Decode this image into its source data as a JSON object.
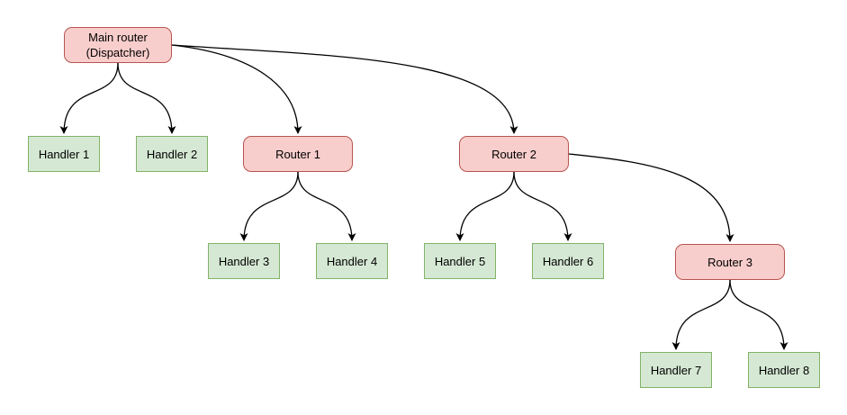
{
  "diagram": {
    "nodes": {
      "main": {
        "label": "Main router\n(Dispatcher)",
        "type": "router"
      },
      "router1": {
        "label": "Router 1",
        "type": "router"
      },
      "router2": {
        "label": "Router 2",
        "type": "router"
      },
      "router3": {
        "label": "Router 3",
        "type": "router"
      },
      "handler1": {
        "label": "Handler 1",
        "type": "handler"
      },
      "handler2": {
        "label": "Handler 2",
        "type": "handler"
      },
      "handler3": {
        "label": "Handler 3",
        "type": "handler"
      },
      "handler4": {
        "label": "Handler 4",
        "type": "handler"
      },
      "handler5": {
        "label": "Handler 5",
        "type": "handler"
      },
      "handler6": {
        "label": "Handler 6",
        "type": "handler"
      },
      "handler7": {
        "label": "Handler 7",
        "type": "handler"
      },
      "handler8": {
        "label": "Handler 8",
        "type": "handler"
      }
    },
    "edges": [
      {
        "from": "main",
        "to": "handler1"
      },
      {
        "from": "main",
        "to": "handler2"
      },
      {
        "from": "main",
        "to": "router1"
      },
      {
        "from": "main",
        "to": "router2"
      },
      {
        "from": "router1",
        "to": "handler3"
      },
      {
        "from": "router1",
        "to": "handler4"
      },
      {
        "from": "router2",
        "to": "handler5"
      },
      {
        "from": "router2",
        "to": "handler6"
      },
      {
        "from": "router2",
        "to": "router3"
      },
      {
        "from": "router3",
        "to": "handler7"
      },
      {
        "from": "router3",
        "to": "handler8"
      }
    ],
    "colors": {
      "router_fill": "#f8cecc",
      "router_stroke": "#b85450",
      "handler_fill": "#d5e8d4",
      "handler_stroke": "#82b366",
      "edge": "#000000",
      "text": "#000000",
      "background": "#ffffff"
    }
  }
}
